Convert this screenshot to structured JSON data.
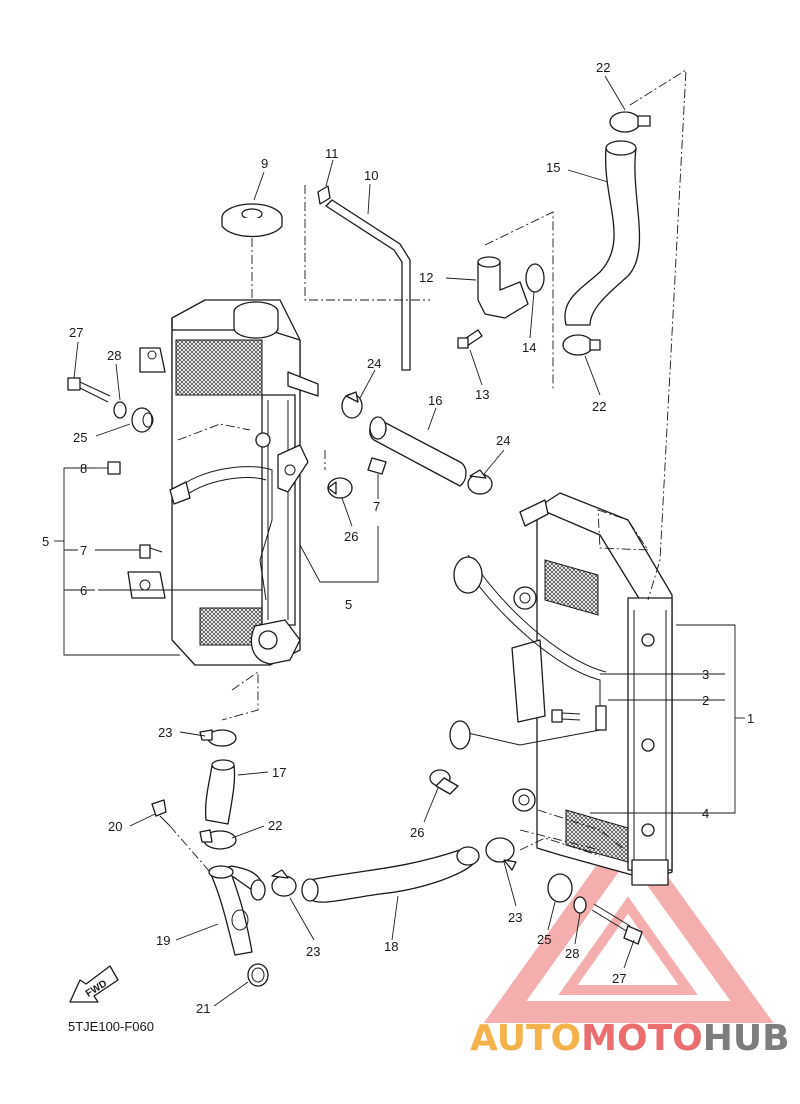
{
  "diagram": {
    "code": "5TJE100-F060",
    "forward_label": "FWD",
    "callouts": [
      {
        "n": "1",
        "text": "1"
      },
      {
        "n": "2",
        "text": "2"
      },
      {
        "n": "3",
        "text": "3"
      },
      {
        "n": "4",
        "text": "4"
      },
      {
        "n": "5a",
        "text": "5"
      },
      {
        "n": "5b",
        "text": "5"
      },
      {
        "n": "6",
        "text": "6"
      },
      {
        "n": "7a",
        "text": "7"
      },
      {
        "n": "7b",
        "text": "7"
      },
      {
        "n": "8",
        "text": "8"
      },
      {
        "n": "9",
        "text": "9"
      },
      {
        "n": "10",
        "text": "10"
      },
      {
        "n": "11",
        "text": "11"
      },
      {
        "n": "12",
        "text": "12"
      },
      {
        "n": "13",
        "text": "13"
      },
      {
        "n": "14",
        "text": "14"
      },
      {
        "n": "15",
        "text": "15"
      },
      {
        "n": "16",
        "text": "16"
      },
      {
        "n": "17",
        "text": "17"
      },
      {
        "n": "18",
        "text": "18"
      },
      {
        "n": "19",
        "text": "19"
      },
      {
        "n": "20",
        "text": "20"
      },
      {
        "n": "21",
        "text": "21"
      },
      {
        "n": "22a",
        "text": "22"
      },
      {
        "n": "22b",
        "text": "22"
      },
      {
        "n": "22c",
        "text": "22"
      },
      {
        "n": "23a",
        "text": "23"
      },
      {
        "n": "23b",
        "text": "23"
      },
      {
        "n": "23c",
        "text": "23"
      },
      {
        "n": "24a",
        "text": "24"
      },
      {
        "n": "24b",
        "text": "24"
      },
      {
        "n": "25a",
        "text": "25"
      },
      {
        "n": "25b",
        "text": "25"
      },
      {
        "n": "26a",
        "text": "26"
      },
      {
        "n": "26b",
        "text": "26"
      },
      {
        "n": "27a",
        "text": "27"
      },
      {
        "n": "27b",
        "text": "27"
      },
      {
        "n": "28a",
        "text": "28"
      },
      {
        "n": "28b",
        "text": "28"
      }
    ]
  },
  "watermark": {
    "part1": "AUTO",
    "part2": "MOTO",
    "part3": "HUB",
    "color_part1": "#f3b24a",
    "color_part2": "#ec6d6d",
    "color_part3": "#7d7d7d"
  }
}
